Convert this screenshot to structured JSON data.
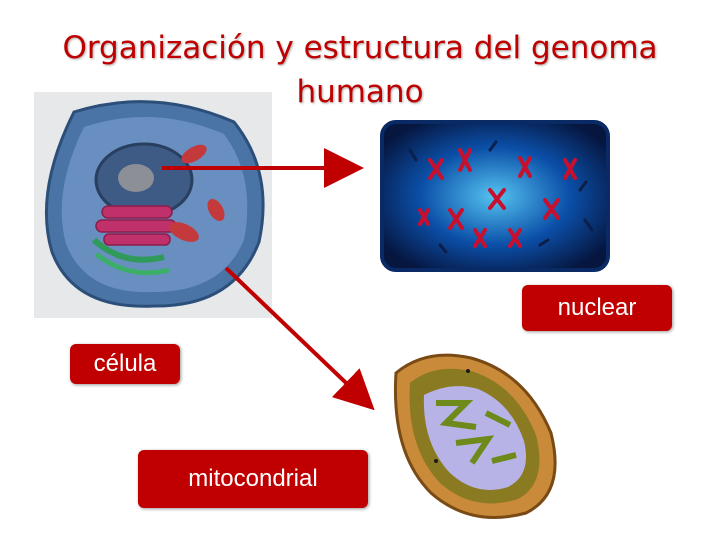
{
  "slide": {
    "title_line1": "Organización y estructura del genoma",
    "title_line2": "humano"
  },
  "labels": {
    "cell": "célula",
    "nuclear": "nuclear",
    "mitochondrial": "mitocondrial"
  },
  "colors": {
    "accent": "#c00000",
    "arrow": "#c00000",
    "chromosome": "#c8102e",
    "nucleus_bg": "#0b4fa8"
  }
}
